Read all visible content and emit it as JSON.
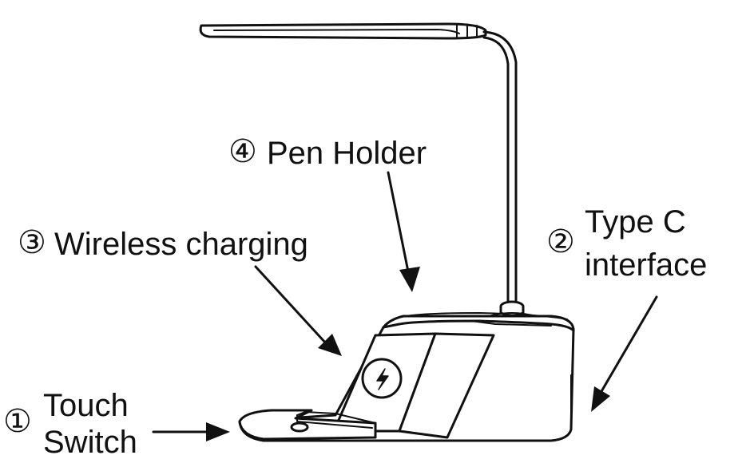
{
  "callouts": {
    "touch_switch": {
      "number": "①",
      "line1": "Touch",
      "line2": "Switch"
    },
    "type_c": {
      "number": "②",
      "line1": "Type C",
      "line2": "interface"
    },
    "wireless": {
      "number": "③",
      "text": "Wireless charging"
    },
    "pen_holder": {
      "number": "④",
      "text": "Pen Holder"
    }
  },
  "colors": {
    "ink": "#111111",
    "paper": "#ffffff"
  },
  "icons": {
    "charging_pad": "lightning-bolt-icon"
  }
}
